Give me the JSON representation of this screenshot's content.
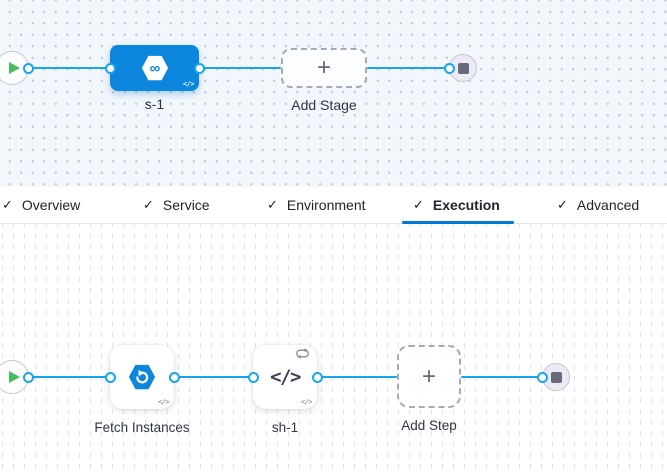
{
  "colors": {
    "canvas-top-bg": "#f2f7fc",
    "dot-color": "#c5cad6",
    "dash-color": "#dbe5f2",
    "line-blue": "#18a5ef",
    "stage-blue": "#0d86de",
    "tab-underline": "#0278d5",
    "play-green": "#48bb5f",
    "stop-gray": "#67697c",
    "label-color": "#303446"
  },
  "icons": {
    "check": "✓",
    "plus": "+",
    "infinity": "∞",
    "code": "</>",
    "code_badge": "</>"
  },
  "stage_section": {
    "stage": {
      "label": "s-1"
    },
    "add_stage_label": "Add Stage"
  },
  "tabs": [
    {
      "label": "Overview",
      "checked": true,
      "active": false
    },
    {
      "label": "Service",
      "checked": true,
      "active": false
    },
    {
      "label": "Environment",
      "checked": true,
      "active": false
    },
    {
      "label": "Execution",
      "checked": true,
      "active": true
    },
    {
      "label": "Advanced",
      "checked": true,
      "active": false
    }
  ],
  "execution_section": {
    "steps": [
      {
        "label": "Fetch Instances",
        "icon": "fetch-instances-icon"
      },
      {
        "label": "sh-1",
        "icon": "shell-script-icon",
        "looping": true
      }
    ],
    "add_step_label": "Add Step"
  }
}
